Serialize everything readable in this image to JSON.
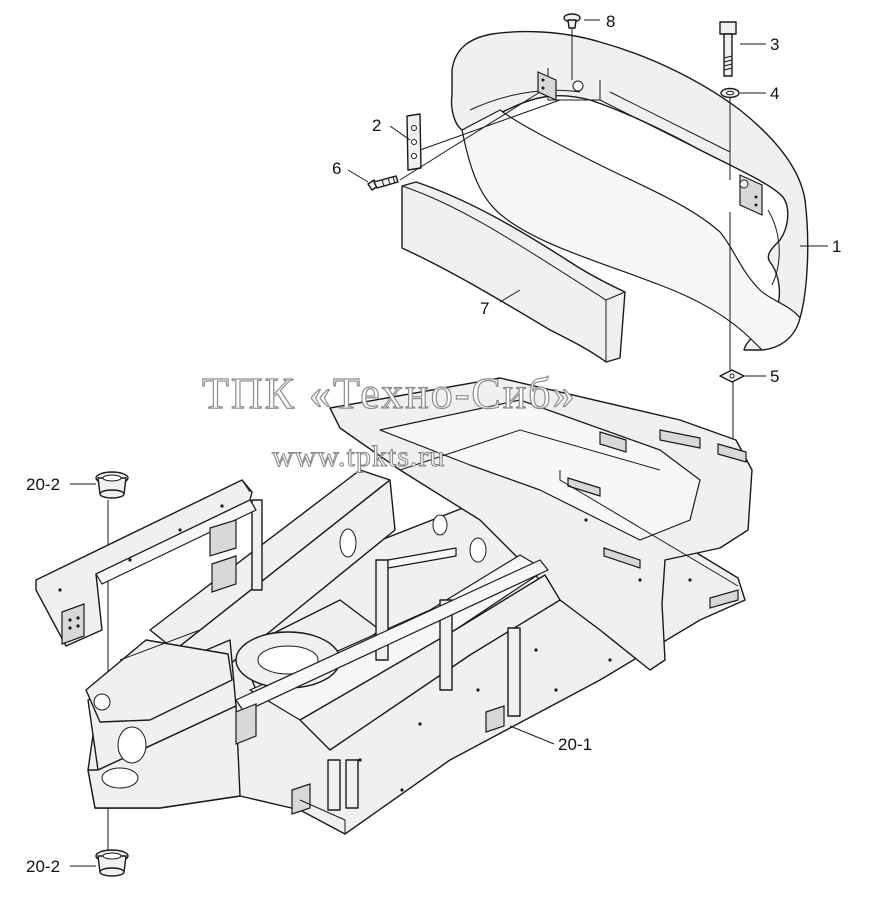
{
  "watermark": {
    "line1": "ТПК «Техно-Сиб»",
    "line2": "www.tpkts.ru"
  },
  "callouts": [
    {
      "id": "c1",
      "label": "1"
    },
    {
      "id": "c2",
      "label": "2"
    },
    {
      "id": "c3",
      "label": "3"
    },
    {
      "id": "c4",
      "label": "4"
    },
    {
      "id": "c5",
      "label": "5"
    },
    {
      "id": "c6",
      "label": "6"
    },
    {
      "id": "c7",
      "label": "7"
    },
    {
      "id": "c8",
      "label": "8"
    },
    {
      "id": "c20_1",
      "label": "20-1"
    },
    {
      "id": "c20_2_top",
      "label": "20-2"
    },
    {
      "id": "c20_2_bottom",
      "label": "20-2"
    }
  ]
}
